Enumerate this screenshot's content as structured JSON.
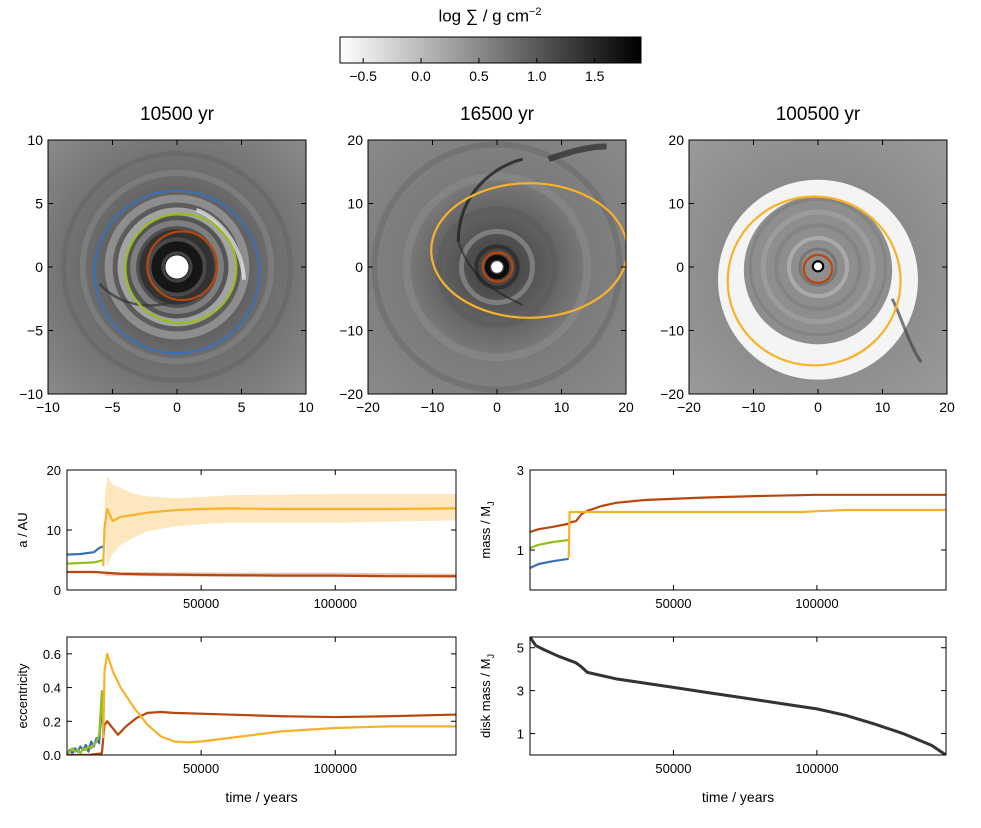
{
  "colorbar": {
    "label_main": "log ∑ / g cm",
    "label_exp": "−2",
    "ticks": [
      "−0.5",
      "0.0",
      "0.5",
      "1.0",
      "1.5"
    ],
    "tick_values": [
      -0.5,
      0.0,
      0.5,
      1.0,
      1.5
    ],
    "range": [
      -0.7,
      1.9
    ],
    "colormap": [
      "#ffffff",
      "#000000"
    ]
  },
  "chart_data": [
    {
      "type": "heatmap",
      "title": "10500 yr",
      "xlim": [
        -10,
        10
      ],
      "ylim": [
        -10,
        10
      ],
      "xticks": [
        "−10",
        "−5",
        "0",
        "5",
        "10"
      ],
      "yticks": [
        "−10",
        "−5",
        "0",
        "5",
        "10"
      ],
      "tick_values": [
        -10,
        -5,
        0,
        5,
        10
      ],
      "background": "#6b6b6b",
      "hole_radius": 0.9,
      "orbits": [
        {
          "color": "#3a70b8",
          "cx": 0.0,
          "cy": -0.4,
          "rx": 6.4,
          "ry": 6.4
        },
        {
          "color": "#96be1c",
          "cx": 0.3,
          "cy": -0.1,
          "rx": 4.3,
          "ry": 4.3
        },
        {
          "color": "#b8460d",
          "cx": 0.4,
          "cy": 0.1,
          "rx": 2.7,
          "ry": 2.7
        }
      ]
    },
    {
      "type": "heatmap",
      "title": "16500 yr",
      "xlim": [
        -20,
        20
      ],
      "ylim": [
        -20,
        20
      ],
      "xticks": [
        "−20",
        "−10",
        "0",
        "10",
        "20"
      ],
      "yticks": [
        "−20",
        "−10",
        "0",
        "10",
        "20"
      ],
      "tick_values": [
        -20,
        -10,
        0,
        10,
        20
      ],
      "background": "#7a7a7a",
      "hole_radius": 0.9,
      "orbits": [
        {
          "color": "#f7b12a",
          "cx": 5.0,
          "cy": 2.6,
          "rx": 15.2,
          "ry": 10.6
        },
        {
          "color": "#b8460d",
          "cx": 0.1,
          "cy": 0.0,
          "rx": 2.3,
          "ry": 2.3
        }
      ]
    },
    {
      "type": "heatmap",
      "title": "100500 yr",
      "xlim": [
        -20,
        20
      ],
      "ylim": [
        -20,
        20
      ],
      "xticks": [
        "−20",
        "−10",
        "0",
        "10",
        "20"
      ],
      "yticks": [
        "−20",
        "−10",
        "0",
        "10",
        "20"
      ],
      "tick_values": [
        -20,
        -10,
        0,
        10,
        20
      ],
      "background": "#8a8a8a",
      "hole_radius": 0.9,
      "orbits": [
        {
          "color": "#f7b12a",
          "cx": -0.6,
          "cy": -2.2,
          "rx": 13.4,
          "ry": 13.3
        },
        {
          "color": "#b8460d",
          "cx": 0.0,
          "cy": -0.3,
          "rx": 2.2,
          "ry": 2.2
        },
        {
          "color": "#000000",
          "cx": 0.0,
          "cy": 0.1,
          "rx": 0.8,
          "ry": 0.8
        }
      ]
    },
    {
      "type": "line",
      "ylabel": "a / AU",
      "xlabel": "",
      "xlim": [
        0,
        145000
      ],
      "ylim": [
        0,
        20
      ],
      "xticks": [
        50000,
        100000
      ],
      "xtick_labels": [
        "50000",
        "100000"
      ],
      "yticks": [
        0,
        10,
        20
      ],
      "ytick_labels": [
        "0",
        "10",
        "20"
      ],
      "bands": [
        {
          "color": "#f7b12a",
          "opacity": 0.3,
          "x": [
            14000,
            15000,
            17000,
            20000,
            25000,
            30000,
            40000,
            50000,
            60000,
            80000,
            100000,
            120000,
            145000
          ],
          "upper": [
            15.0,
            19.0,
            17.5,
            17.0,
            16.0,
            15.6,
            15.3,
            15.5,
            15.8,
            15.9,
            16.0,
            16.0,
            16.0
          ],
          "lower": [
            11.0,
            4.0,
            6.0,
            7.5,
            8.8,
            9.8,
            10.6,
            11.0,
            11.2,
            11.2,
            11.2,
            11.4,
            11.6
          ]
        },
        {
          "color": "#b8460d",
          "opacity": 0.3,
          "x": [
            14000,
            30000,
            60000,
            100000,
            145000
          ],
          "upper": [
            3.0,
            3.0,
            2.9,
            2.9,
            2.7
          ],
          "lower": [
            2.4,
            2.3,
            2.2,
            2.2,
            2.0
          ]
        }
      ],
      "series": [
        {
          "color": "#3a70b8",
          "x": [
            0,
            5000,
            10000,
            12000,
            13500
          ],
          "y": [
            5.9,
            6.0,
            6.3,
            7.0,
            7.3
          ]
        },
        {
          "color": "#96be1c",
          "x": [
            0,
            5000,
            10000,
            12000,
            13500
          ],
          "y": [
            4.4,
            4.5,
            4.6,
            4.8,
            5.0
          ]
        },
        {
          "color": "#b8460d",
          "x": [
            0,
            5000,
            10000,
            14000,
            20000,
            30000,
            50000,
            80000,
            100000,
            120000,
            145000
          ],
          "y": [
            3.0,
            3.0,
            3.0,
            2.9,
            2.7,
            2.6,
            2.5,
            2.4,
            2.4,
            2.3,
            2.3
          ]
        },
        {
          "color": "#f7b12a",
          "x": [
            13500,
            14000,
            15000,
            17000,
            20000,
            25000,
            30000,
            40000,
            50000,
            60000,
            80000,
            100000,
            120000,
            145000
          ],
          "y": [
            4.0,
            10.5,
            13.5,
            11.5,
            12.2,
            12.5,
            12.9,
            13.3,
            13.5,
            13.6,
            13.5,
            13.5,
            13.5,
            13.6
          ]
        }
      ]
    },
    {
      "type": "line",
      "ylabel": "mass / M",
      "ylabel_sub": "J",
      "xlabel": "",
      "xlim": [
        0,
        145000
      ],
      "ylim": [
        0,
        3
      ],
      "xticks": [
        50000,
        100000
      ],
      "xtick_labels": [
        "50000",
        "100000"
      ],
      "yticks": [
        1,
        3
      ],
      "ytick_labels": [
        "1",
        "3"
      ],
      "series": [
        {
          "color": "#3a70b8",
          "x": [
            0,
            3000,
            8000,
            13500
          ],
          "y": [
            0.55,
            0.65,
            0.72,
            0.78
          ]
        },
        {
          "color": "#96be1c",
          "x": [
            0,
            3000,
            8000,
            13500
          ],
          "y": [
            1.05,
            1.13,
            1.2,
            1.25
          ]
        },
        {
          "color": "#b8460d",
          "x": [
            0,
            3000,
            8000,
            13000,
            14500,
            16000,
            18000,
            20000,
            25000,
            30000,
            40000,
            60000,
            80000,
            100000,
            120000,
            145000
          ],
          "y": [
            1.45,
            1.52,
            1.58,
            1.65,
            1.7,
            1.72,
            1.9,
            1.98,
            2.1,
            2.18,
            2.25,
            2.31,
            2.35,
            2.38,
            2.38,
            2.38
          ]
        },
        {
          "color": "#f7b12a",
          "x": [
            13500,
            13800,
            20000,
            40000,
            60000,
            80000,
            95000,
            100000,
            110000,
            145000
          ],
          "y": [
            0.8,
            1.95,
            1.95,
            1.95,
            1.95,
            1.95,
            1.95,
            1.97,
            2.0,
            2.0
          ]
        }
      ]
    },
    {
      "type": "line",
      "ylabel": "eccentricity",
      "xlabel": "time / years",
      "xlim": [
        0,
        145000
      ],
      "ylim": [
        0,
        0.7
      ],
      "xticks": [
        50000,
        100000
      ],
      "xtick_labels": [
        "50000",
        "100000"
      ],
      "yticks": [
        0,
        0.2,
        0.4,
        0.6
      ],
      "ytick_labels": [
        "0.0",
        "0.2",
        "0.4",
        "0.6"
      ],
      "series": [
        {
          "color": "#3a70b8",
          "x": [
            0,
            1000,
            2000,
            3000,
            4000,
            5000,
            6000,
            7000,
            8000,
            9000,
            10000,
            11000,
            12000,
            12500,
            13000,
            13500
          ],
          "y": [
            0.0,
            0.03,
            0.01,
            0.04,
            0.02,
            0.05,
            0.03,
            0.06,
            0.02,
            0.08,
            0.05,
            0.1,
            0.07,
            0.22,
            0.3,
            0.12
          ]
        },
        {
          "color": "#96be1c",
          "x": [
            0,
            1000,
            2000,
            3000,
            4000,
            5000,
            6000,
            7000,
            8000,
            9000,
            10000,
            11000,
            12000,
            12500,
            13000,
            13500
          ],
          "y": [
            0.01,
            0.02,
            0.04,
            0.02,
            0.03,
            0.01,
            0.04,
            0.03,
            0.05,
            0.04,
            0.06,
            0.08,
            0.12,
            0.25,
            0.38,
            0.15
          ]
        },
        {
          "color": "#b8460d",
          "x": [
            0,
            8000,
            13000,
            14000,
            15000,
            17000,
            19000,
            22000,
            26000,
            30000,
            35000,
            40000,
            60000,
            80000,
            100000,
            120000,
            145000
          ],
          "y": [
            0.0,
            0.0,
            0.01,
            0.18,
            0.2,
            0.16,
            0.12,
            0.17,
            0.22,
            0.25,
            0.255,
            0.25,
            0.24,
            0.23,
            0.225,
            0.23,
            0.24
          ]
        },
        {
          "color": "#f7b12a",
          "x": [
            13500,
            14000,
            15000,
            17000,
            20000,
            25000,
            30000,
            35000,
            40000,
            45000,
            50000,
            60000,
            70000,
            80000,
            100000,
            120000,
            145000
          ],
          "y": [
            0.1,
            0.5,
            0.6,
            0.5,
            0.4,
            0.28,
            0.18,
            0.11,
            0.08,
            0.075,
            0.08,
            0.1,
            0.12,
            0.14,
            0.16,
            0.17,
            0.17
          ]
        }
      ]
    },
    {
      "type": "line",
      "ylabel": "disk mass / M",
      "ylabel_sub": "J",
      "xlabel": "time / years",
      "xlim": [
        0,
        145000
      ],
      "ylim": [
        0,
        5.5
      ],
      "xticks": [
        50000,
        100000
      ],
      "xtick_labels": [
        "50000",
        "100000"
      ],
      "yticks": [
        1,
        3,
        5
      ],
      "ytick_labels": [
        "1",
        "3",
        "5"
      ],
      "series": [
        {
          "color": "#333333",
          "x": [
            0,
            2000,
            5000,
            10000,
            15000,
            16000,
            18000,
            20000,
            30000,
            40000,
            50000,
            60000,
            70000,
            80000,
            90000,
            100000,
            110000,
            120000,
            130000,
            140000,
            145000
          ],
          "y": [
            5.5,
            5.1,
            4.9,
            4.6,
            4.35,
            4.3,
            4.1,
            3.85,
            3.55,
            3.35,
            3.15,
            2.95,
            2.75,
            2.55,
            2.35,
            2.15,
            1.85,
            1.45,
            1.0,
            0.45,
            0.0
          ]
        }
      ]
    }
  ]
}
